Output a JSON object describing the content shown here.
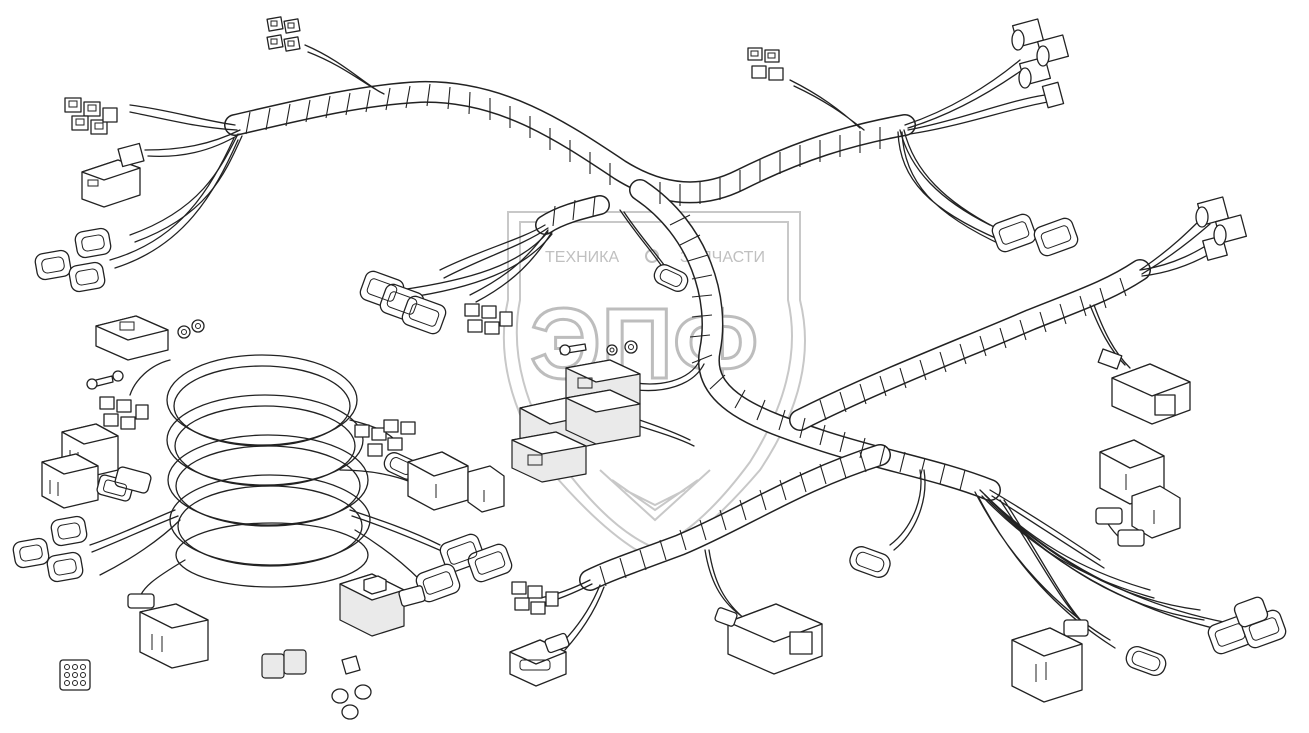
{
  "watermark": {
    "top_text_left": "ТЕХНИКА",
    "top_text_right": "ЗАПЧАСТИ",
    "logo_text": "ЭПФ",
    "color": "#bdbdbd"
  },
  "drawing": {
    "line_color": "#222222",
    "background": "#ffffff"
  }
}
